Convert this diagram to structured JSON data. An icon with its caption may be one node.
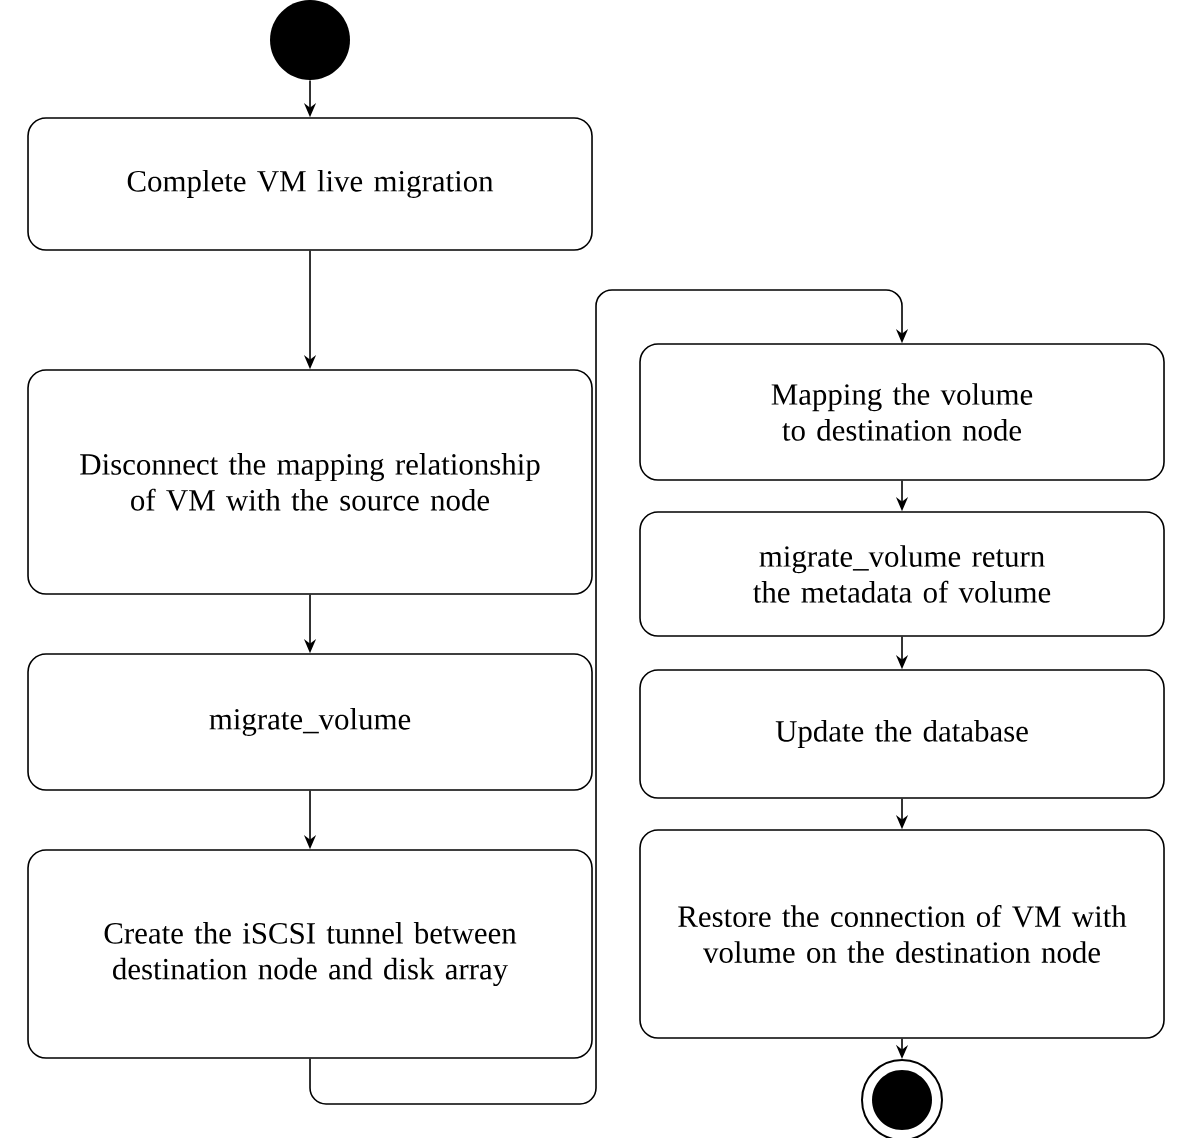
{
  "diagram": {
    "nodes": [
      {
        "text": [],
        "shape": "circle"
      },
      {
        "text": [
          "Complete VM live migration"
        ]
      },
      {
        "text": [
          "Disconnect the mapping relationship of VM with the source node"
        ]
      },
      {
        "text": [
          "migrate_volume"
        ]
      },
      {
        "text": [
          "Create the iSCSI tunnel between destination node and disk array"
        ]
      },
      {
        "text": [
          "Mapping the volume to destination node"
        ]
      },
      {
        "text": [
          "migrate_volume return the metadata of volume"
        ]
      },
      {
        "text": [
          "Update the database"
        ]
      },
      {
        "text": [
          "Restore the connection of VM with volume on the destination node"
        ]
      },
      {
        "text": [],
        "shape": "circle"
      }
    ],
    "edges": [
      {
        "from": 0,
        "to": 1,
        "arrow": "to"
      },
      {
        "from": 1,
        "to": 2,
        "arrow": "to"
      },
      {
        "from": 2,
        "to": 3,
        "arrow": "to"
      },
      {
        "from": 3,
        "to": 4,
        "arrow": "to"
      },
      {
        "from": 4,
        "to": 5,
        "arrow": "to"
      },
      {
        "from": 5,
        "to": 6,
        "arrow": "to"
      },
      {
        "from": 6,
        "to": 7,
        "arrow": "to"
      },
      {
        "from": 7,
        "to": 8,
        "arrow": "to"
      },
      {
        "from": 8,
        "to": 9,
        "arrow": "to"
      }
    ]
  }
}
